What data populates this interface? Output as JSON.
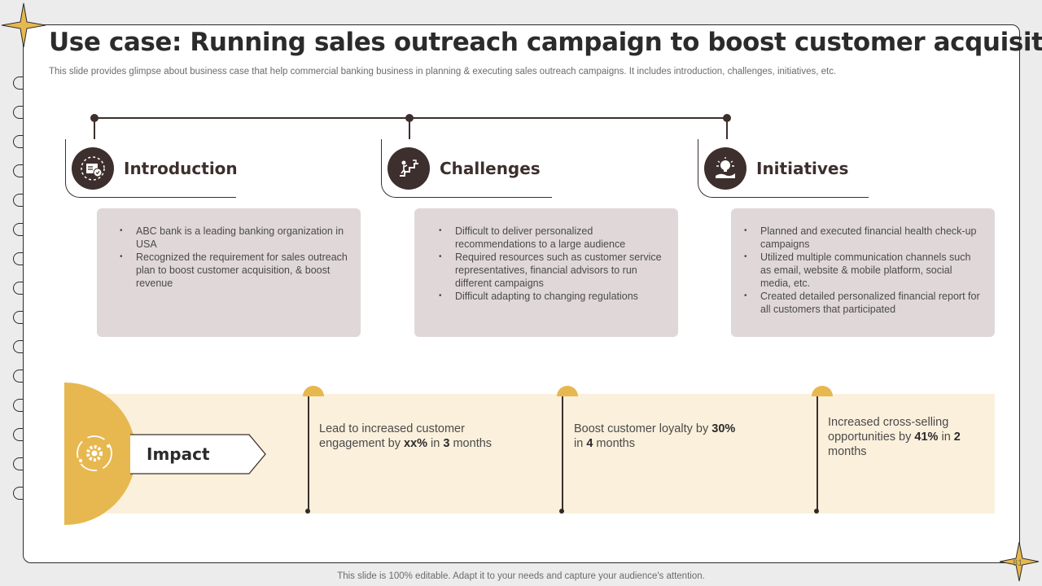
{
  "title": "Use case: Running sales outreach campaign to boost customer acquisition",
  "subtitle": "This slide provides glimpse about business case that help commercial banking business in planning & executing sales outreach campaigns. It includes introduction, challenges, initiatives, etc.",
  "sections": [
    {
      "label": "Introduction",
      "icon": "package-gear-icon",
      "bullets": [
        "ABC bank is a leading banking organization in USA",
        "Recognized the requirement for sales outreach plan to boost customer acquisition, & boost revenue"
      ]
    },
    {
      "label": "Challenges",
      "icon": "climbing-stairs-icon",
      "bullets": [
        "Difficult to deliver personalized recommendations to a large audience",
        "Required resources such as customer service representatives, financial advisors to run different campaigns",
        "Difficult adapting to changing regulations"
      ]
    },
    {
      "label": "Initiatives",
      "icon": "lightbulb-hand-icon",
      "bullets": [
        "Planned and executed financial health check-up campaigns",
        "Utilized multiple communication channels such as email, website & mobile platform, social media, etc.",
        "Created detailed personalized financial report for all customers that participated"
      ]
    }
  ],
  "impact": {
    "label": "Impact",
    "icon": "gear-cycle-icon",
    "metrics": [
      {
        "pre": "Lead to increased customer engagement by ",
        "b1": "xx%",
        "mid": " in ",
        "b2": "3",
        "post": " months"
      },
      {
        "pre": "Boost customer loyalty by ",
        "b1": "30%",
        "mid": " in ",
        "b2": "4",
        "post": " months"
      },
      {
        "pre": "Increased cross-selling opportunities by ",
        "b1": "41%",
        "mid": " in ",
        "b2": "2",
        "post": " months"
      }
    ]
  },
  "footer": "This slide is 100% editable. Adapt it to your needs and capture your audience's attention.",
  "page_number": "81",
  "colors": {
    "accent": "#e7b84f",
    "dark": "#3d2f2d",
    "card_bg": "#e0d8d8",
    "band_bg": "#fbf0dc"
  }
}
